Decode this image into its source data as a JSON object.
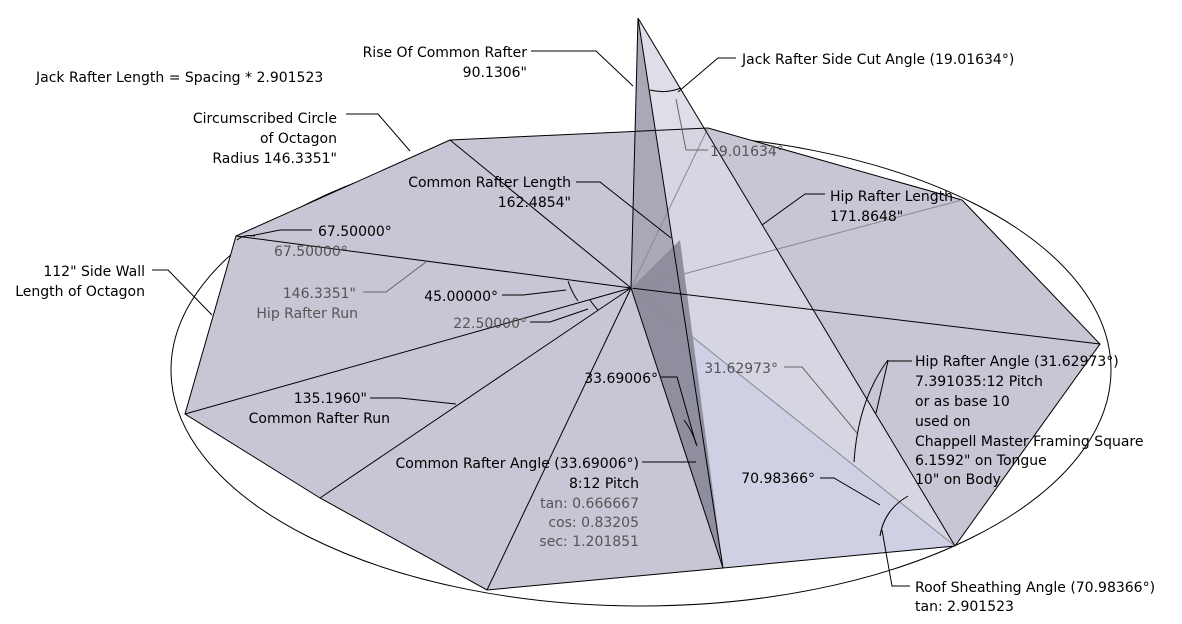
{
  "colors": {
    "roof_face": "#c6c6d4",
    "roof_face_light": "#cfd0e3",
    "common_rafter_plane": "#a8a8b6",
    "common_rafter_plane_dark": "#8e8e9e",
    "hip_rafter_plane": "#d8d8e4",
    "edge": "#000000",
    "grey_text": "#555555"
  },
  "labels": {
    "jack_rafter_length_formula": "Jack Rafter Length = Spacing * 2.901523",
    "rise_title": "Rise Of Common Rafter",
    "rise_value": "90.1306\"",
    "jack_side_cut": "Jack Rafter Side Cut Angle (19.01634°)",
    "jack_side_cut_small": "19.01634°",
    "circle_line1": "Circumscribed Circle",
    "circle_line2": "of Octagon",
    "circle_line3": "Radius 146.3351\"",
    "common_length_title": "Common Rafter Length",
    "common_length_value": "162.4854\"",
    "hip_length_title": "Hip Rafter Length",
    "hip_length_value": "171.8648\"",
    "corner_angle": "67.50000°",
    "corner_angle_grey": "67.50000°",
    "side_wall_line1": "112\" Side Wall",
    "side_wall_line2": "Length of Octagon",
    "hip_run_value": "146.3351\"",
    "hip_run_title": "Hip Rafter Run",
    "center_angle_45": "45.00000°",
    "center_angle_22": "22.50000°",
    "common_run_value": "135.1960\"",
    "common_run_title": "Common Rafter Run",
    "pitch_angle_small": "33.69006°",
    "hip_angle_small": "31.62973°",
    "common_angle_title": "Common Rafter Angle (33.69006°)",
    "common_pitch": "8:12 Pitch",
    "common_tan": "tan: 0.666667",
    "common_cos": "cos: 0.83205",
    "common_sec": "sec: 1.201851",
    "hip_angle_title": "Hip Rafter Angle (31.62973°)",
    "hip_pitch": "7.391035:12 Pitch",
    "hip_base_line1": "or as base 10",
    "hip_base_line2": "used on",
    "hip_base_line3": "Chappell Master Framing Square",
    "hip_tongue": "6.1592\" on Tongue",
    "hip_body": "10\" on Body",
    "sheathing_small": "70.98366°",
    "sheathing_title": "Roof Sheathing Angle (70.98366°)",
    "sheathing_tan": "tan: 2.901523"
  }
}
